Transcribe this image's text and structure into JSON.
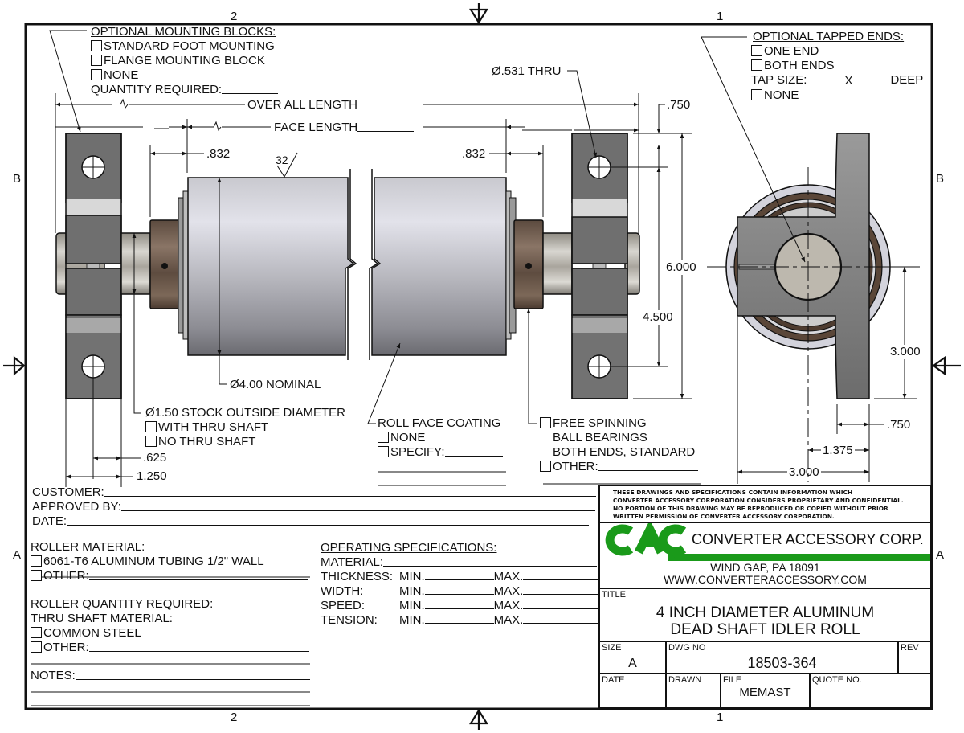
{
  "border": {
    "zones_top": [
      "2",
      "1"
    ],
    "zones_bottom": [
      "2",
      "1"
    ],
    "zones_side": [
      "B",
      "A"
    ]
  },
  "mounting_blocks": {
    "title": "OPTIONAL MOUNTING BLOCKS:",
    "options": [
      "STANDARD FOOT MOUNTING",
      "FLANGE MOUNTING BLOCK",
      "NONE"
    ],
    "quantity_label": "QUANTITY REQUIRED:"
  },
  "tapped_ends": {
    "title": "OPTIONAL TAPPED ENDS:",
    "options": [
      "ONE END",
      "BOTH ENDS"
    ],
    "tap_size_label": "TAP SIZE:",
    "tap_x": "X",
    "tap_deep": "DEEP",
    "none_label": "NONE"
  },
  "dimensions": {
    "overall_length": "OVER ALL LENGTH",
    "face_length": "FACE LENGTH",
    "left_offset": ".832",
    "right_offset": ".832",
    "surface_finish": "32",
    "hole_callout": "Ø.531 THRU",
    "hole_edge": ".750",
    "block_height": "6.000",
    "hole_spacing": "4.500",
    "roll_diameter": "Ø4.00 NOMINAL",
    "half_width": ".625",
    "block_width": "1.250",
    "side_center_height": "3.000",
    "side_flange": ".750",
    "side_offset": "1.375",
    "side_width": "3.000"
  },
  "stock": {
    "title": "Ø1.50 STOCK OUTSIDE DIAMETER",
    "options": [
      "WITH THRU SHAFT",
      "NO THRU SHAFT"
    ]
  },
  "coating": {
    "title": "ROLL FACE COATING",
    "options": [
      "NONE",
      "SPECIFY:"
    ]
  },
  "bearings": {
    "option1": [
      "FREE SPINNING",
      "BALL BEARINGS",
      "BOTH ENDS, STANDARD"
    ],
    "option2": "OTHER:"
  },
  "approval": {
    "customer": "CUSTOMER:",
    "approved_by": "APPROVED BY:",
    "date": "DATE:"
  },
  "roller_material": {
    "title": "ROLLER MATERIAL:",
    "options": [
      "6061-T6 ALUMINUM TUBING 1/2\" WALL",
      "OTHER:"
    ],
    "quantity_label": "ROLLER QUANTITY REQUIRED:"
  },
  "shaft_material": {
    "title": "THRU SHAFT MATERIAL:",
    "options": [
      "COMMON STEEL",
      "OTHER:"
    ]
  },
  "notes_label": "NOTES:",
  "operating_specs": {
    "title": "OPERATING SPECIFICATIONS:",
    "material_label": "MATERIAL:",
    "rows": [
      {
        "label": "THICKNESS:",
        "min": "MIN.",
        "max": "MAX."
      },
      {
        "label": "WIDTH:",
        "min": "MIN.",
        "max": "MAX."
      },
      {
        "label": "SPEED:",
        "min": "MIN.",
        "max": "MAX."
      },
      {
        "label": "TENSION:",
        "min": "MIN.",
        "max": "MAX."
      }
    ]
  },
  "title_block": {
    "notice": [
      "THESE DRAWINGS AND SPECIFICATIONS CONTAIN INFORMATION WHICH",
      "CONVERTER ACCESSORY CORPORATION CONSIDERS PROPRIETARY AND CONFIDENTIAL.",
      "NO PORTION OF THIS DRAWING MAY BE REPRODUCED OR COPIED WITHOUT PRIOR",
      "WRITTEN PERMISSION OF CONVERTER ACCESSORY CORPORATION."
    ],
    "logo_text": "CAC",
    "company": "CONVERTER ACCESSORY CORP.",
    "address": "WIND GAP, PA 18091",
    "website": "WWW.CONVERTERACCESSORY.COM",
    "brand_color": "#1a9a1a",
    "title_label": "TITLE",
    "title_line1": "4 INCH DIAMETER ALUMINUM",
    "title_line2": "DEAD SHAFT IDLER ROLL",
    "size_label": "SIZE",
    "size_value": "A",
    "dwg_no_label": "DWG NO",
    "dwg_no_value": "18503-364",
    "rev_label": "REV",
    "rev_value": "",
    "date_label": "DATE",
    "drawn_label": "DRAWN",
    "file_label": "FILE",
    "file_value": "MEMAST",
    "quote_label": "QUOTE NO."
  }
}
